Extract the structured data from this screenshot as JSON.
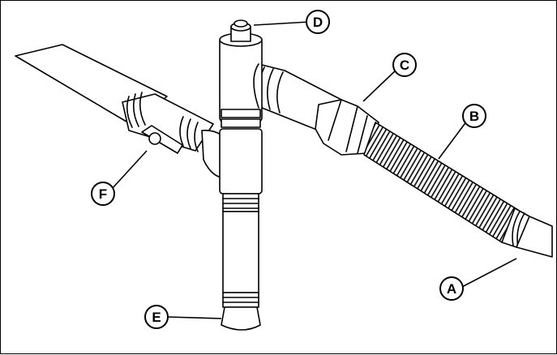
{
  "callouts": [
    {
      "id": "A",
      "label": "A"
    },
    {
      "id": "B",
      "label": "B"
    },
    {
      "id": "C",
      "label": "C"
    },
    {
      "id": "D",
      "label": "D"
    },
    {
      "id": "E",
      "label": "E"
    },
    {
      "id": "F",
      "label": "F"
    }
  ],
  "colors": {
    "line": "#000000",
    "pipe_fill": "#ffffff",
    "background": "#ffffff"
  }
}
